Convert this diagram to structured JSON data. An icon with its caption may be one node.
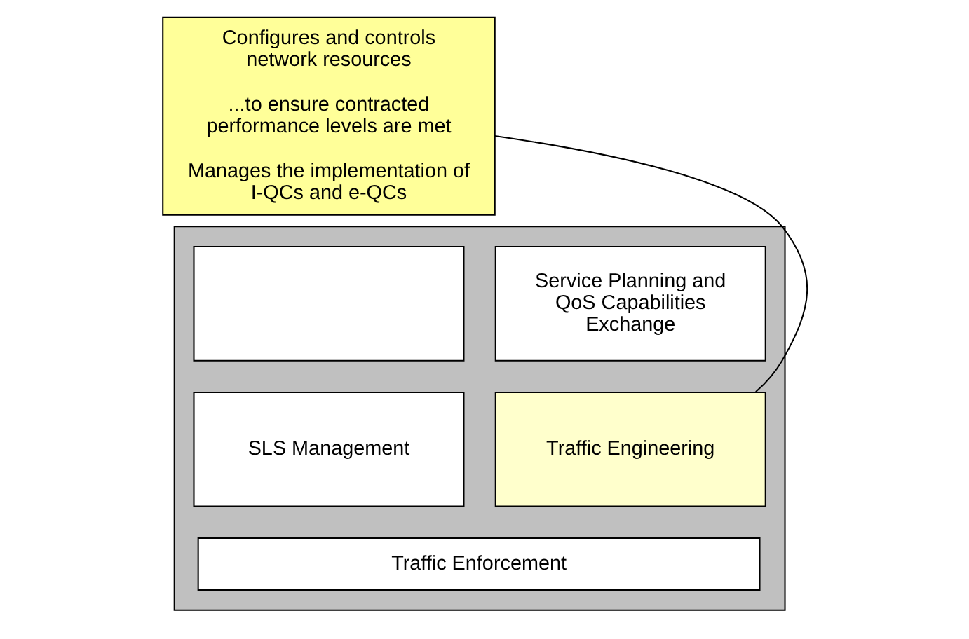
{
  "diagram": {
    "nodes": [
      {
        "text": [],
        "shape": "box"
      },
      {
        "text": [],
        "shape": "box",
        "in": 0
      },
      {
        "text": [
          "Service Planning and QoS Capabilities Exchange"
        ],
        "in": 0
      },
      {
        "text": [
          "SLS Management"
        ],
        "in": 0
      },
      {
        "text": [
          "Traffic Engineering"
        ],
        "in": 0
      },
      {
        "text": [
          "Traffic Enforcement"
        ],
        "in": 0
      },
      {
        "text": [
          "Configures and controls network resources",
          "...to ensure contracted performance levels are met",
          "Manages the implementation of I-QCs and e-QCs"
        ]
      }
    ],
    "edges": [
      {
        "from": 6,
        "to": 4,
        "arrow": "none"
      }
    ]
  }
}
